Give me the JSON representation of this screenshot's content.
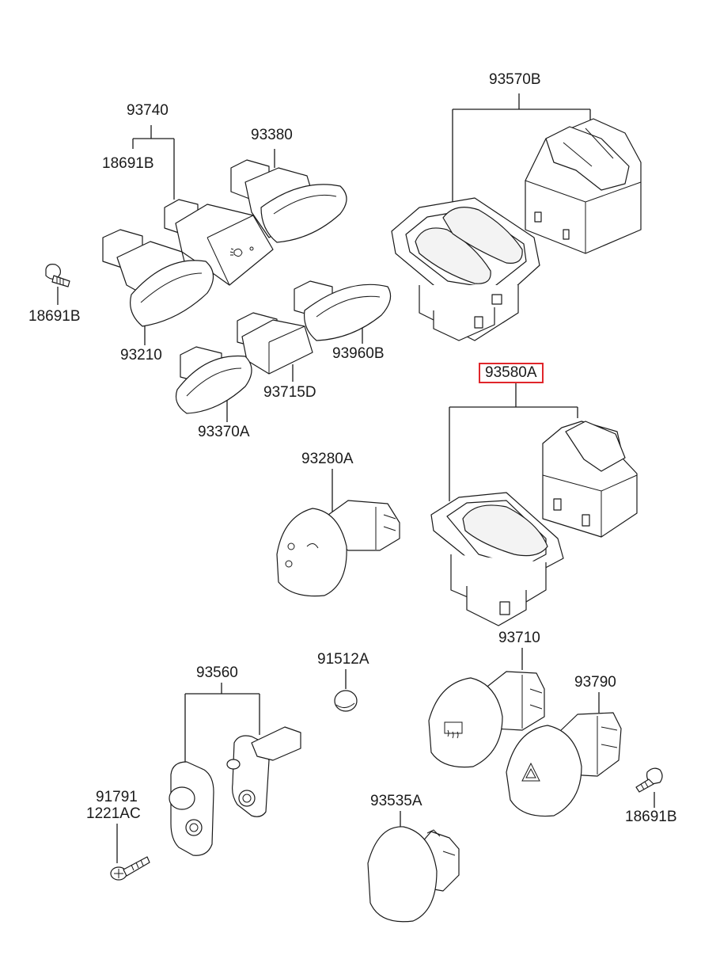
{
  "diagram": {
    "highlight_color": "#e0262b",
    "labels": {
      "p93570B": "93570B",
      "p93740": "93740",
      "p18691B_top": "18691B",
      "p93380": "93380",
      "p18691B_left": "18691B",
      "p93210": "93210",
      "p93960B": "93960B",
      "p93715D": "93715D",
      "p93370A": "93370A",
      "p93580A": "93580A",
      "p93280A": "93280A",
      "p93710": "93710",
      "p93790": "93790",
      "p91512A": "91512A",
      "p93560": "93560",
      "p91791": "91791",
      "p1221AC": "1221AC",
      "p93535A": "93535A",
      "p18691B_right": "18691B"
    },
    "icons": [
      "bolt-icon",
      "fog-light-icon",
      "rear-defrost-icon",
      "hazard-triangle-icon"
    ]
  }
}
